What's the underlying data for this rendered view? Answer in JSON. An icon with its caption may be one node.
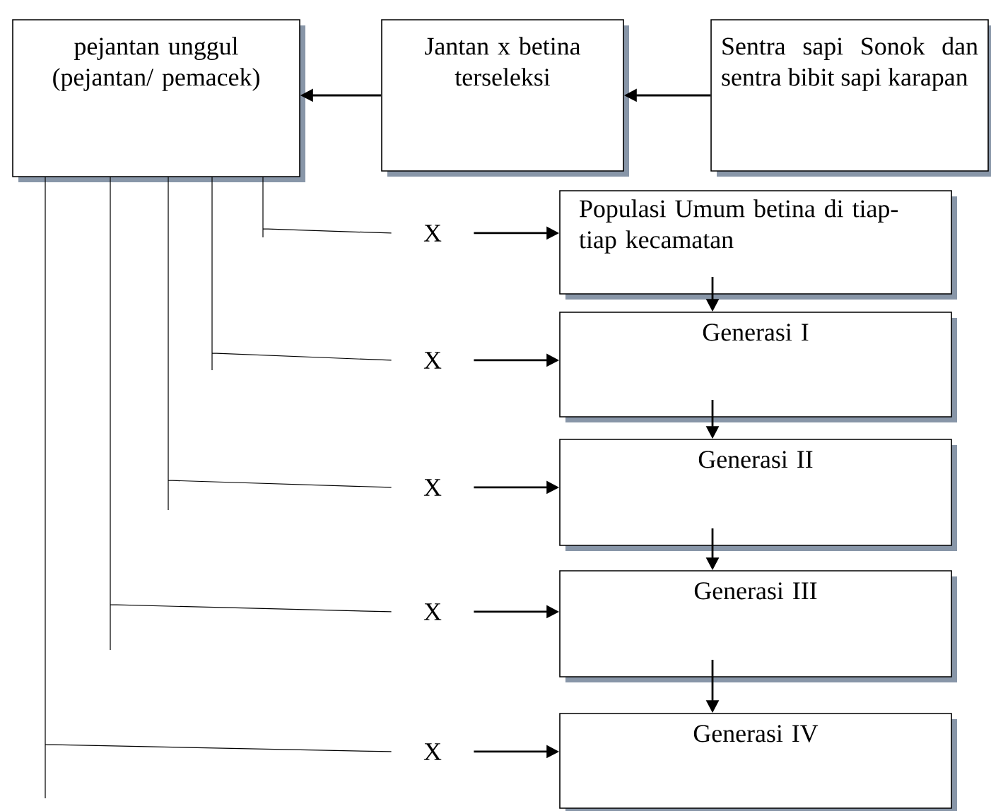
{
  "diagram": {
    "nodes": [
      {
        "text": [
          "pejantan unggul (pejantan/ pemacek)"
        ]
      },
      {
        "text": [
          "Jantan x betina terseleksi"
        ]
      },
      {
        "text": [
          "Sentra sapi Sonok dan sentra bibit sapi karapan"
        ]
      },
      {
        "text": [
          "X"
        ]
      },
      {
        "text": [
          "Populasi Umum betina di tiap-tiap kecamatan"
        ]
      },
      {
        "text": [
          "X"
        ]
      },
      {
        "text": [
          "Generasi I"
        ]
      },
      {
        "text": [
          "X"
        ]
      },
      {
        "text": [
          "Generasi II"
        ]
      },
      {
        "text": [
          "X"
        ]
      },
      {
        "text": [
          "Generasi III"
        ]
      },
      {
        "text": [
          "X"
        ]
      },
      {
        "text": [
          "Generasi IV"
        ]
      }
    ],
    "edges": [
      {
        "from": 2,
        "to": 1,
        "arrow": "to"
      },
      {
        "from": 1,
        "to": 0,
        "arrow": "to"
      },
      {
        "from": 0,
        "to": 3,
        "arrow": "none"
      },
      {
        "from": 3,
        "to": 4,
        "arrow": "to"
      },
      {
        "from": 4,
        "to": 6,
        "arrow": "to"
      },
      {
        "from": 0,
        "to": 5,
        "arrow": "none"
      },
      {
        "from": 5,
        "to": 6,
        "arrow": "to"
      },
      {
        "from": 6,
        "to": 8,
        "arrow": "to"
      },
      {
        "from": 0,
        "to": 7,
        "arrow": "none"
      },
      {
        "from": 7,
        "to": 8,
        "arrow": "to"
      },
      {
        "from": 8,
        "to": 10,
        "arrow": "to"
      },
      {
        "from": 0,
        "to": 9,
        "arrow": "none"
      },
      {
        "from": 9,
        "to": 10,
        "arrow": "to"
      },
      {
        "from": 10,
        "to": 12,
        "arrow": "to"
      },
      {
        "from": 0,
        "to": 11,
        "arrow": "none"
      },
      {
        "from": 11,
        "to": 12,
        "arrow": "to"
      }
    ]
  }
}
